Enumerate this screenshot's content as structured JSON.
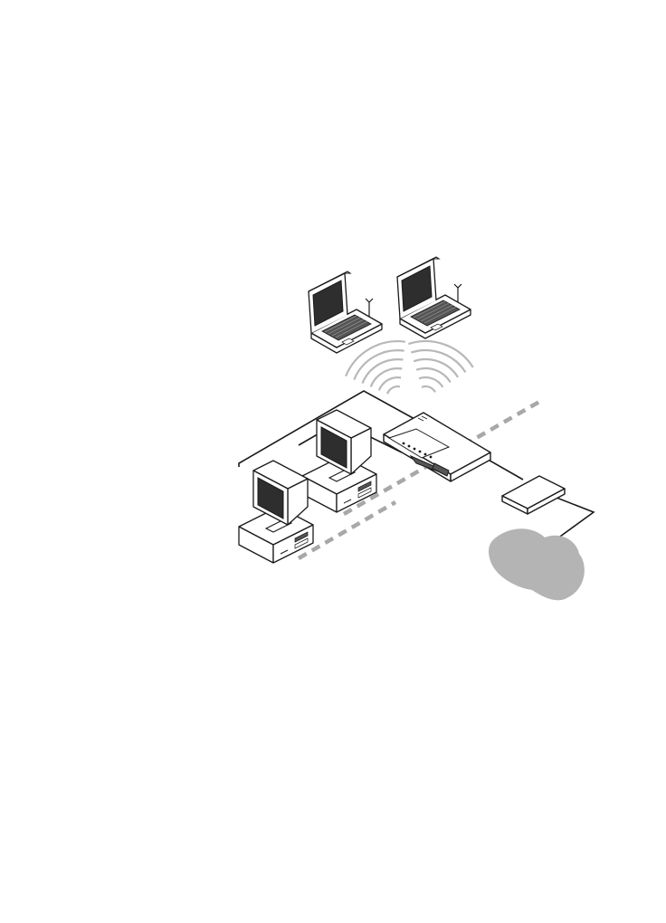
{
  "diagram": {
    "nodes": [
      {
        "id": "laptop-1",
        "kind": "wireless-laptop"
      },
      {
        "id": "laptop-2",
        "kind": "wireless-laptop"
      },
      {
        "id": "desktop-1",
        "kind": "desktop-computer"
      },
      {
        "id": "desktop-2",
        "kind": "desktop-computer"
      },
      {
        "id": "router",
        "kind": "wireless-router"
      },
      {
        "id": "modem",
        "kind": "broadband-modem"
      },
      {
        "id": "internet",
        "kind": "internet-cloud"
      }
    ],
    "links": [
      {
        "from": "desktop-1",
        "to": "router",
        "style": "wired"
      },
      {
        "from": "desktop-2",
        "to": "router",
        "style": "wired"
      },
      {
        "from": "router",
        "to": "modem",
        "style": "wired"
      },
      {
        "from": "modem",
        "to": "internet",
        "style": "wired"
      },
      {
        "from": "laptop-1",
        "to": "router",
        "style": "wireless"
      },
      {
        "from": "laptop-2",
        "to": "router",
        "style": "wireless"
      }
    ],
    "boundary": {
      "style": "dashed"
    },
    "colors": {
      "line": "#1a1a1a",
      "device_fill": "#ffffff",
      "screen": "#2e2e2e",
      "key": "#555555",
      "waves": "#b8b8b8",
      "boundary": "#a8a8a8",
      "cloud": "#b4b4b4"
    }
  }
}
